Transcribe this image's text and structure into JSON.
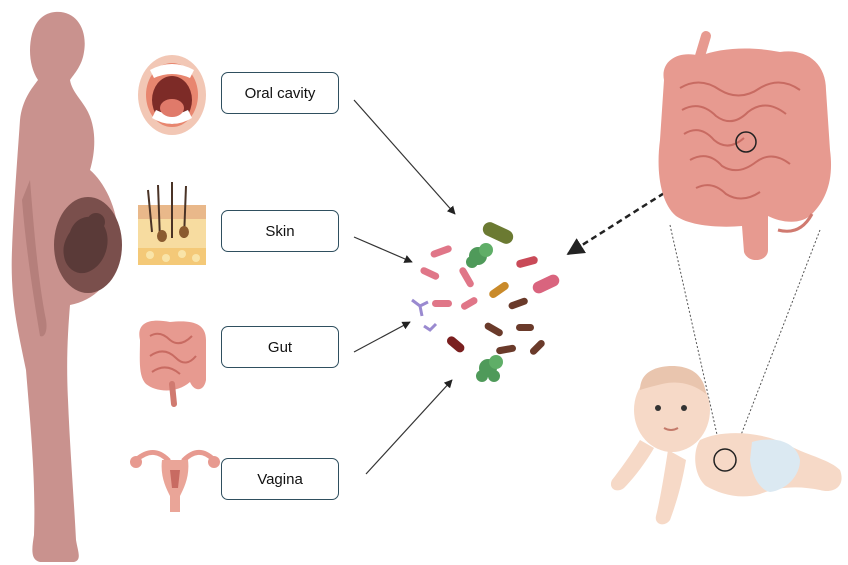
{
  "sources": [
    {
      "id": "oral",
      "label": "Oral cavity"
    },
    {
      "id": "skin",
      "label": "Skin"
    },
    {
      "id": "gut",
      "label": "Gut"
    },
    {
      "id": "vagina",
      "label": "Vagina"
    }
  ],
  "colors": {
    "mother_silhouette": "#c9928e",
    "mother_shadow": "#b57f7b",
    "fetus": "#5a3a38",
    "box_border": "#2f4f5f",
    "arrow": "#333333",
    "intestine": "#e79a90",
    "intestine_dark": "#d07a70",
    "baby_skin": "#f6d9c7",
    "diaper": "#dbe9f2"
  },
  "icons": [
    "mother-silhouette-icon",
    "mouth-icon",
    "skin-layers-icon",
    "gut-icon",
    "uterus-icon",
    "microbiota-cluster-icon",
    "large-intestine-icon",
    "infant-icon"
  ]
}
